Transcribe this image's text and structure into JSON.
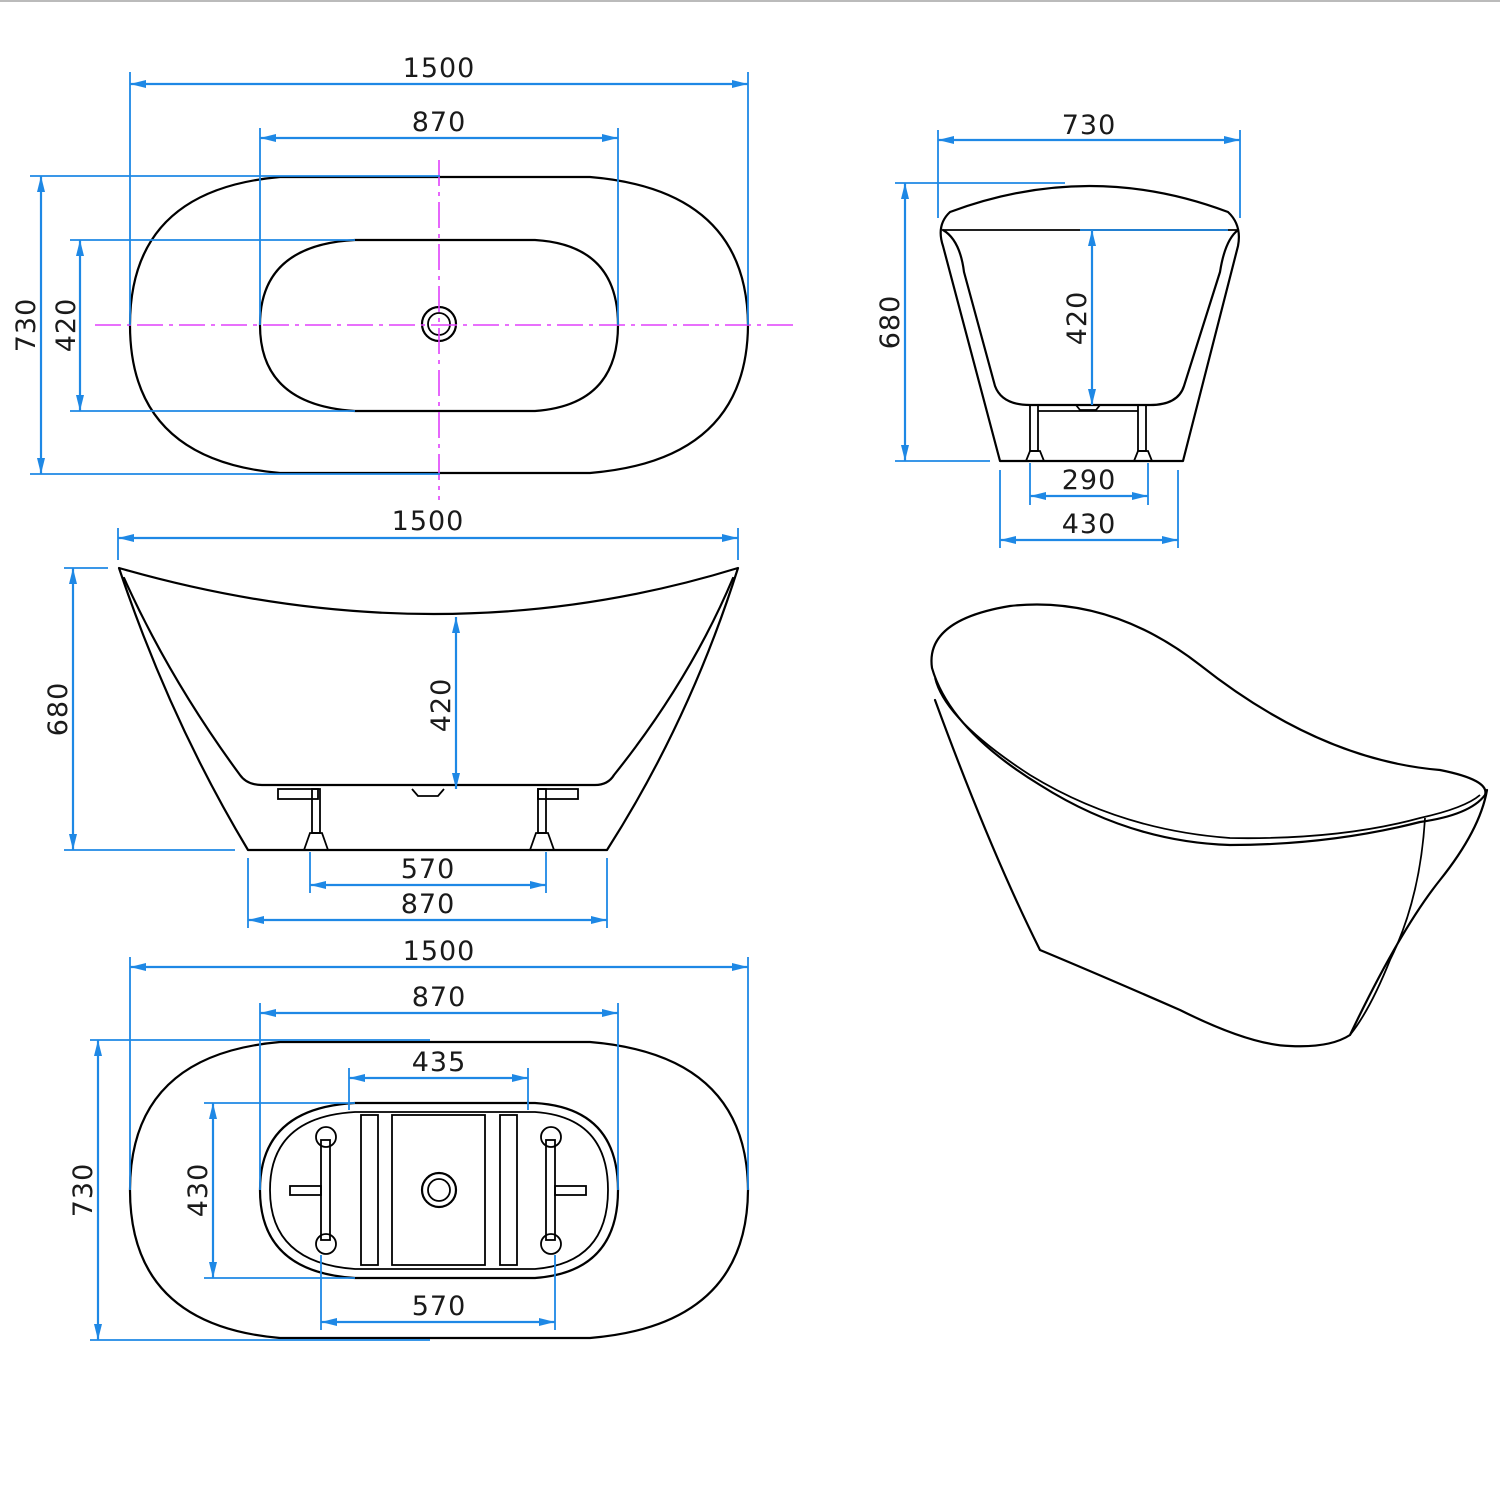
{
  "colors": {
    "dimension": "#1e88e5",
    "outline": "#000000",
    "centerline": "#e040fb"
  },
  "top_view": {
    "length": "1500",
    "basin_length": "870",
    "width": "730",
    "basin_width": "420"
  },
  "end_view": {
    "width": "730",
    "height": "680",
    "depth": "420",
    "feet_spacing": "290",
    "base_width": "430"
  },
  "side_view": {
    "length": "1500",
    "height": "680",
    "depth": "420",
    "feet_spacing": "570",
    "base_length": "870"
  },
  "bottom_view": {
    "length": "1500",
    "base_length": "870",
    "frame_length": "435",
    "width": "730",
    "frame_width": "430",
    "feet_spacing": "570"
  }
}
